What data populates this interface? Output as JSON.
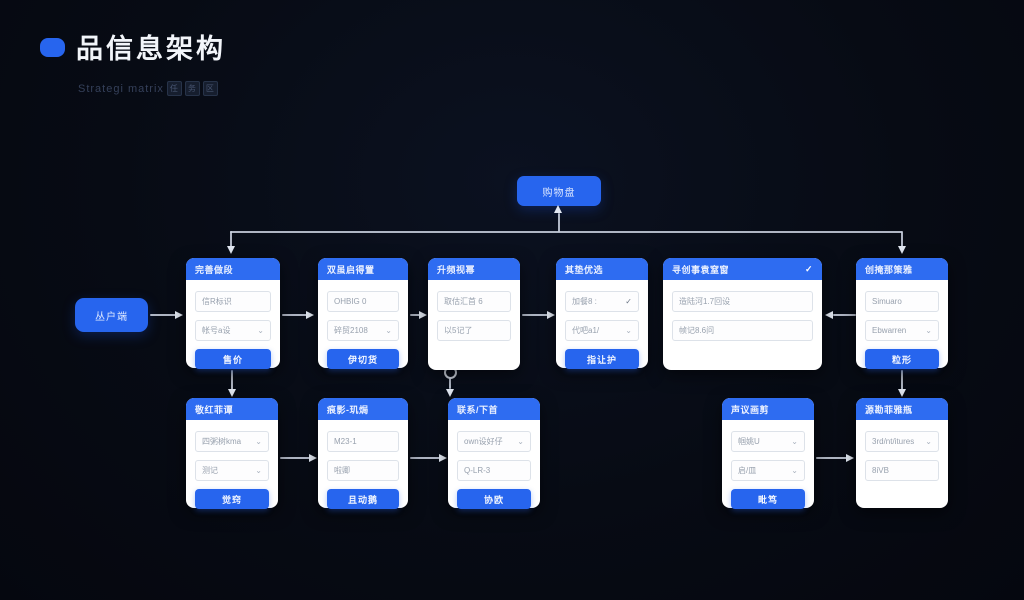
{
  "header": {
    "title": "品信息架构",
    "subtitle": "Strategi matrix",
    "badges": [
      "任",
      "务",
      "区"
    ]
  },
  "icons": {
    "chevron": "⌄",
    "check": "✓"
  },
  "colors": {
    "background": "#070b14",
    "accent": "#2765ee",
    "card_header": "#2e6cf1",
    "card_body": "#ffffff",
    "connector": "#ccd4e2"
  },
  "nodes": {
    "root": {
      "label": "购物盘"
    },
    "entry": {
      "label": "丛户端"
    }
  },
  "cards": [
    {
      "header": "完善做段",
      "fields": [
        "信R标识",
        "帐号a设"
      ],
      "button": "售价"
    },
    {
      "header": "双虽启得置",
      "fields": [
        "OHBIG 0",
        "碎贸2108"
      ],
      "button": "伊切货"
    },
    {
      "header": "升频视幂",
      "fields": [
        "取估汇首 6",
        "以5记了"
      ]
    },
    {
      "header": "其垫优选",
      "fields": [
        "加餐8 :",
        "代吧a1/"
      ],
      "button": "指让护"
    },
    {
      "header": "寻创事袁窒窗",
      "fields": [
        "造陆河1.7回设",
        "帧记8.6问"
      ]
    },
    {
      "header": "创掩那策雅",
      "fields": [
        "Simuaro",
        "Ebwarren"
      ],
      "button": "粒形"
    },
    {
      "header": "敬红菲谭",
      "fields": [
        "四粥树kma",
        "测记"
      ],
      "button": "觉窍"
    },
    {
      "header": "痕影-玑焗",
      "fields": [
        "M23-1",
        "啦卿"
      ],
      "button": "且动鹅"
    },
    {
      "header": "联系/下首",
      "fields": [
        "own设好仔",
        "Q-LR-3"
      ],
      "button": "协欧"
    },
    {
      "header": "声议画剪",
      "fields": [
        "帼姚U",
        "启/皿"
      ],
      "button": "毗笃"
    },
    {
      "header": "源勘菲雅瓶",
      "fields": [
        "3rd/nt/itures",
        "8iVB"
      ]
    }
  ]
}
